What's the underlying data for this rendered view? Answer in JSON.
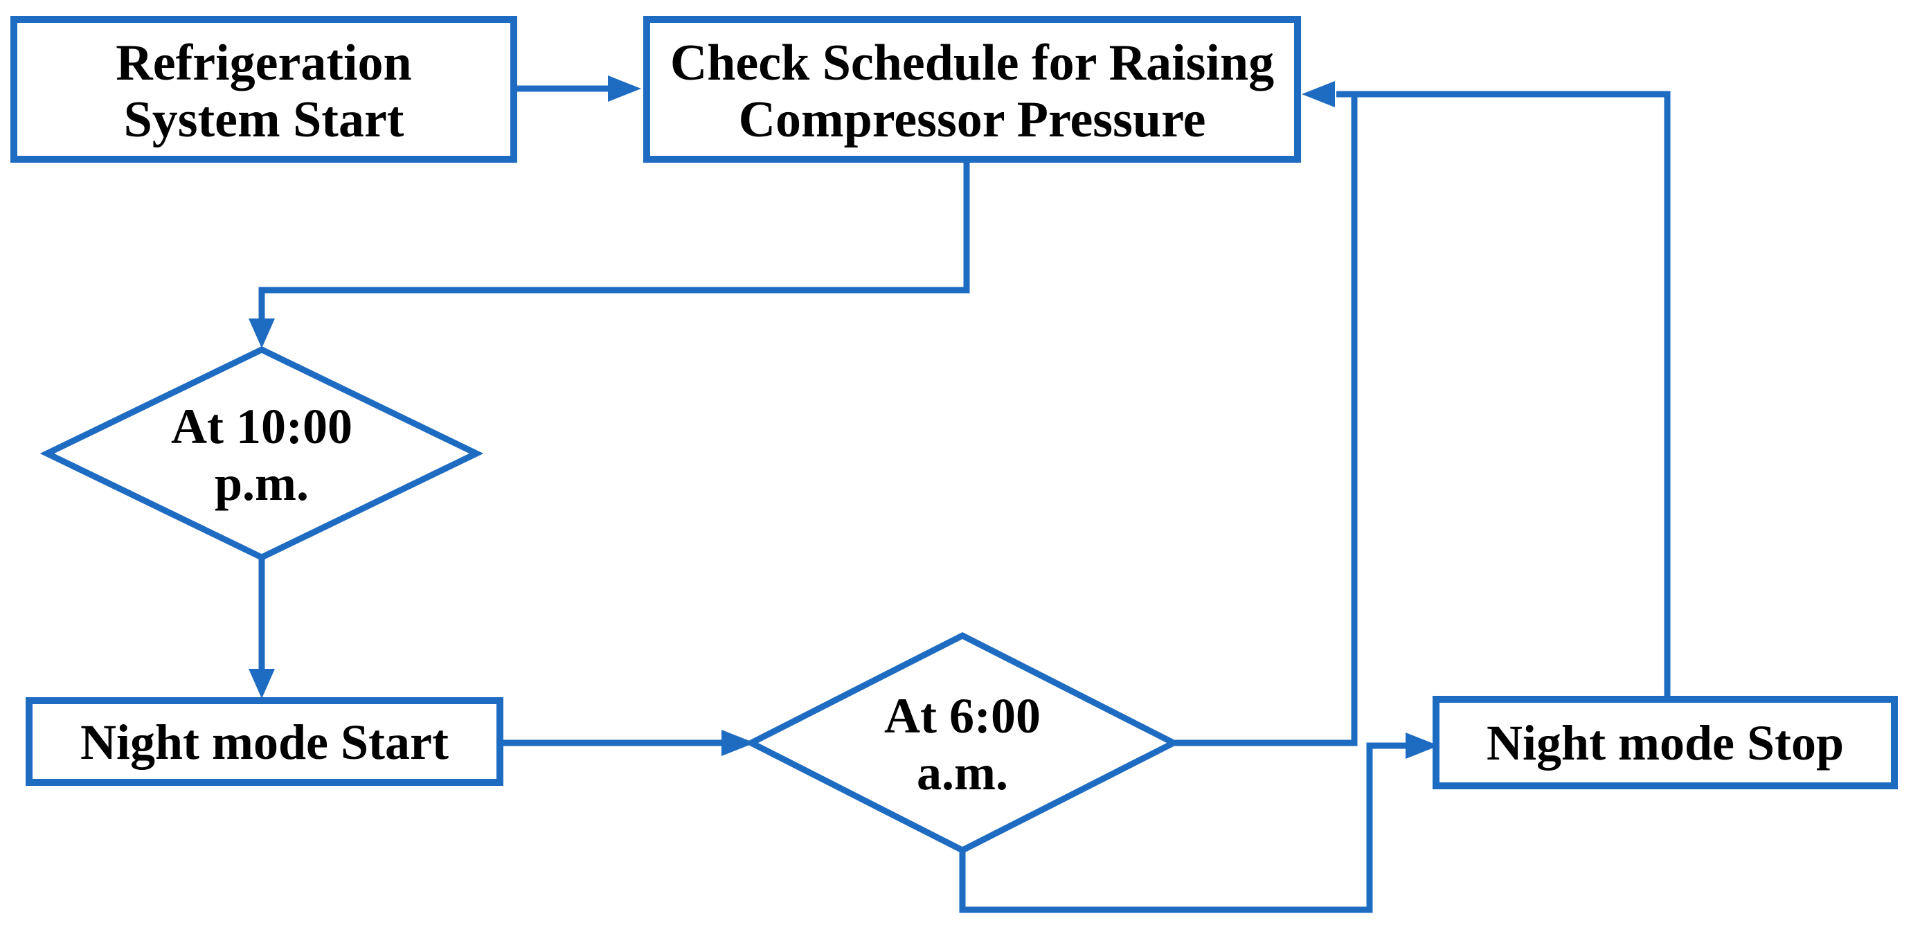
{
  "figure": {
    "type": "flowchart",
    "description": "Night mode scheduling flowchart for a refrigeration system"
  },
  "colors": {
    "accent": "#1E6BC2",
    "text": "#000000",
    "node_fill": "#FFFFFF",
    "background": "#FFFFFF"
  },
  "nodes": {
    "refrigeration_start": {
      "shape": "rectangle",
      "line1": "Refrigeration",
      "line2": "System Start"
    },
    "check_schedule": {
      "shape": "rectangle",
      "line1": "Check Schedule for Raising",
      "line2": "Compressor Pressure"
    },
    "at_10_pm": {
      "shape": "diamond",
      "line1": "At 10:00",
      "line2": "p.m."
    },
    "night_mode_start": {
      "shape": "rectangle",
      "line1": "Night mode Start"
    },
    "at_6_am": {
      "shape": "diamond",
      "line1": "At 6:00",
      "line2": "a.m."
    },
    "night_mode_stop": {
      "shape": "rectangle",
      "line1": "Night mode Stop"
    }
  },
  "edges": [
    {
      "from": "refrigeration_start",
      "to": "check_schedule",
      "arrow": true
    },
    {
      "from": "check_schedule",
      "to": "at_10_pm",
      "arrow": true
    },
    {
      "from": "at_10_pm",
      "to": "night_mode_start",
      "arrow": true
    },
    {
      "from": "night_mode_start",
      "to": "at_6_am",
      "arrow": true
    },
    {
      "from": "at_6_am",
      "to": "check_schedule",
      "arrow": true
    },
    {
      "from": "at_6_am",
      "to": "night_mode_stop",
      "arrow": true
    },
    {
      "from": "night_mode_stop",
      "to": "check_schedule",
      "arrow": false
    }
  ]
}
